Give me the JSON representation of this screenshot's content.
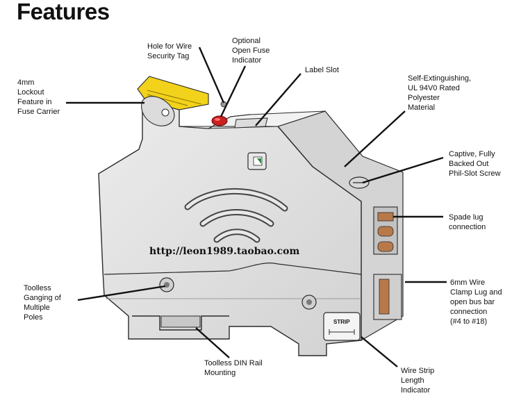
{
  "title": "Features",
  "watermark": "http://leon1989.taobao.com",
  "strip_label": "STRIP",
  "callouts": {
    "lockout": "4mm\nLockout\nFeature in\nFuse Carrier",
    "hole": "Hole for Wire\nSecurity Tag",
    "indicator": "Optional\nOpen Fuse\nIndicator",
    "label_slot": "Label Slot",
    "material": "Self-Extinguishing,\nUL 94V0 Rated\nPolyester\nMaterial",
    "screw": "Captive, Fully\nBacked Out\nPhil-Slot Screw",
    "spade": "Spade lug\nconnection",
    "clamp": "6mm Wire\nClamp Lug and\nopen bus bar\nconnection\n(#4 to #18)",
    "ganging": "Toolless\nGanging of\nMultiple\nPoles",
    "din": "Toolless DIN Rail\nMounting",
    "strip": "Wire Strip\nLength\nIndicator"
  },
  "colors": {
    "body": "#e3e3e3",
    "body_shadow": "#c9c9c9",
    "outline": "#2a2a2a",
    "lockout_tab": "#f2d21a",
    "indicator": "#cc1f1f",
    "copper": "#b8794a",
    "watermark": "#111111"
  }
}
